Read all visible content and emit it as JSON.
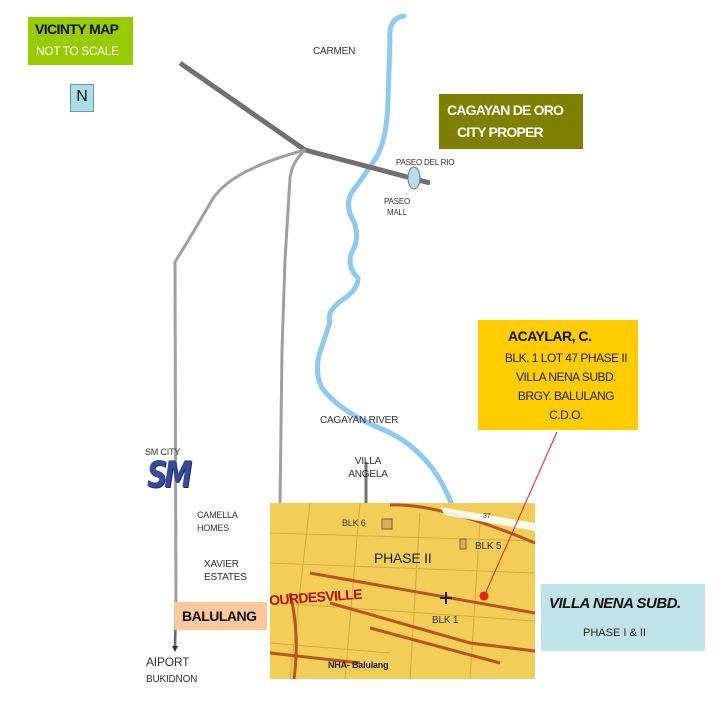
{
  "title": {
    "heading": "VICINTY MAP",
    "subheading": "NOT TO SCALE"
  },
  "north_label": "N",
  "places": {
    "carmen": "CARMEN",
    "cdo_line1": "CAGAYAN DE ORO",
    "cdo_line2": "CITY PROPER",
    "paseo_del_rio": "PASEO DEL RIO",
    "paseo_mall_line1": "PASEO",
    "paseo_mall_line2": "MALL",
    "cagayan_river": "CAGAYAN RIVER",
    "villa_angela_line1": "VILLA",
    "villa_angela_line2": "ANGELA",
    "sm_city": "SM CITY",
    "sm_logo": "SM",
    "camella_line1": "CAMELLA",
    "camella_line2": "HOMES",
    "xavier_line1": "XAVIER",
    "xavier_line2": "ESTATES",
    "balulang": "BALULANG",
    "airport": "AIPORT",
    "bukidnon": "BUKIDNON"
  },
  "owner": {
    "name": "ACAYLAR, C.",
    "address": [
      "BLK. 1  LOT 47 PHASE II",
      "VILLA NENA SUBD.",
      "BRGY. BALULANG",
      "C.D.O."
    ]
  },
  "subdivision": {
    "name": "VILLA NENA SUBD.",
    "phases": "PHASE I & II"
  },
  "inset": {
    "blk6": "BLK 6",
    "blk5": "BLK 5",
    "blk1": "BLK 1",
    "phase": "PHASE II",
    "lourdesville": "OURDESVILLE",
    "nha": "NHA- Balulang",
    "lot_number": "37"
  },
  "colors": {
    "river": "#8ec9f0",
    "road": "#a0a0a0",
    "main_road": "#707070",
    "marker": "#e82020",
    "title_bg": "#99cc00",
    "cdo_bg": "#808000",
    "owner_bg": "#ffcc00",
    "subd_bg": "#bfe3e9",
    "balulang_bg": "#fcc89a"
  }
}
